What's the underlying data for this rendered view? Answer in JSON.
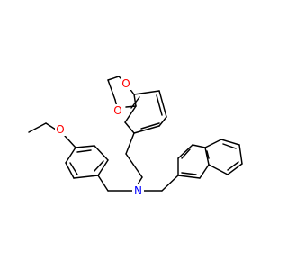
{
  "molecule": {
    "atoms": {
      "o1": {
        "symbol": "O",
        "color": "#ff0000"
      },
      "o2": {
        "symbol": "O",
        "color": "#ff0000"
      },
      "o3": {
        "symbol": "O",
        "color": "#ff0000"
      },
      "n1": {
        "symbol": "N",
        "color": "#0000ff"
      }
    }
  }
}
